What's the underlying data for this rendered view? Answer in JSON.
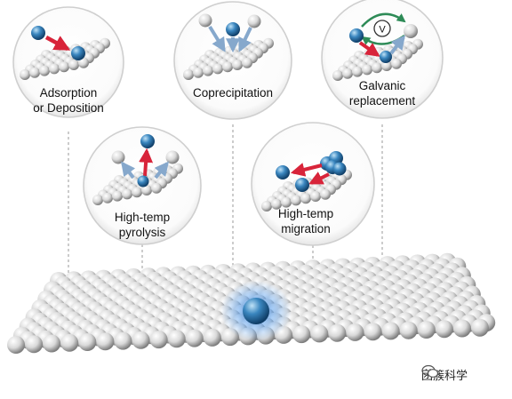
{
  "panels": [
    {
      "id": "adsorption",
      "label": "Adsorption\nor Deposition"
    },
    {
      "id": "coprecipitation",
      "label": "Coprecipitation"
    },
    {
      "id": "galvanic",
      "label": "Galvanic\nreplacement",
      "badge": "V"
    },
    {
      "id": "pyrolysis",
      "label": "High-temp\npyrolysis"
    },
    {
      "id": "migration",
      "label": "High-temp\nmigration"
    }
  ],
  "watermark": {
    "text": "团簇科学",
    "icon": "wechat-icon"
  },
  "colors": {
    "metal_atom": "#3a86bf",
    "support_atom": "#d8d8d8",
    "arrow_red": "#d8243a",
    "arrow_blue": "#86a8cc",
    "cycle_green": "#2e8b57",
    "dashed_line": "#9a9a9a",
    "panel_ring": "#cfcfcf"
  }
}
